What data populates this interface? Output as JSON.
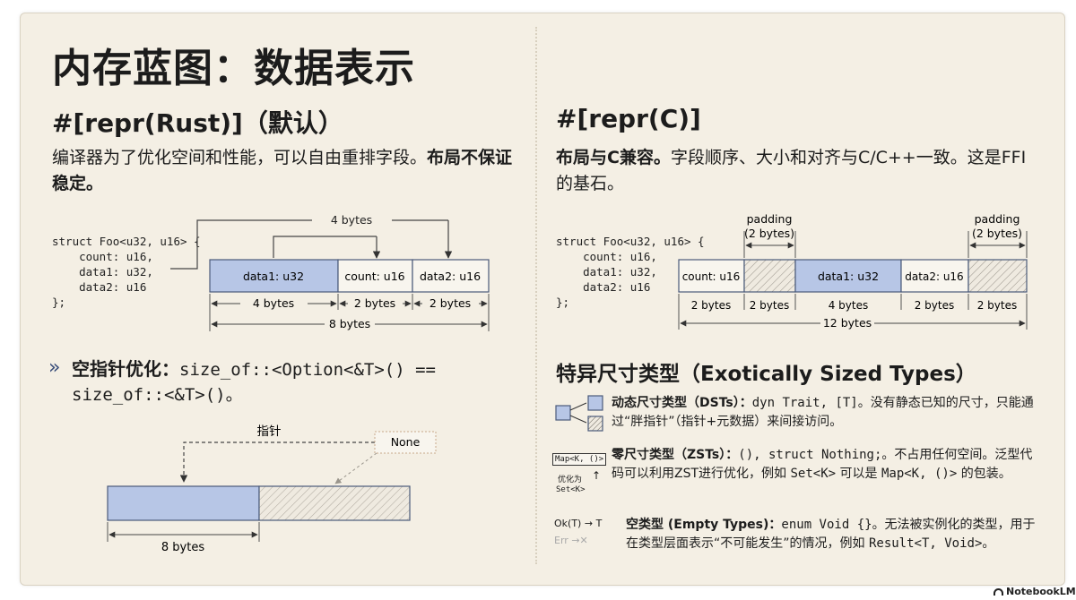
{
  "title": "内存蓝图：数据表示",
  "rust": {
    "heading": "#[repr(Rust)]（默认）",
    "desc_plain": "编译器为了优化空间和性能，可以自由重排字段。",
    "desc_bold": "布局不保证稳定。",
    "code": "struct Foo<u32, u16> {\n    count: u16,\n    data1: u32,\n    data2: u16\n};",
    "top_label": "4 bytes",
    "cells": [
      "data1: u32",
      "count: u16",
      "data2: u16"
    ],
    "sizes": [
      "4 bytes",
      "2 bytes",
      "2 bytes"
    ],
    "total": "8 bytes"
  },
  "reprc": {
    "heading": "#[repr(C)]",
    "desc_bold": "布局与C兼容。",
    "desc_plain": "字段顺序、大小和对齐与C/C++一致。这是FFI的基石。",
    "code": "struct Foo<u32, u16> {\n    count: u16,\n    data1: u32,\n    data2: u16\n};",
    "padding_label": "padding",
    "padding_size": "(2 bytes)",
    "cells": [
      "count: u16",
      "data1: u32",
      "data2: u16"
    ],
    "sizes": [
      "2 bytes",
      "2 bytes",
      "4 bytes",
      "2 bytes",
      "2 bytes"
    ],
    "total": "12 bytes"
  },
  "npo": {
    "marker": "»",
    "label_bold": "空指针优化：",
    "code_line1": "size_of::<Option<&T>() ==",
    "code_line2": "size_of::<&T>()。",
    "pointer_label": "指针",
    "none_label": "None",
    "total": "8 bytes"
  },
  "exotic": {
    "heading": "特异尺寸类型（Exotically Sized Types）",
    "dst": {
      "title": "动态尺寸类型（DSTs）：",
      "code": "dyn Trait, [T]",
      "text1": "。没有静态已知的尺寸，只能通过“胖指针”（指针+元数据）来间接访问。"
    },
    "zst": {
      "title": "零尺寸类型（ZSTs）：",
      "code1": "(), struct Nothing;",
      "text1": "。不占用任何空间。泛型代码可以利用ZST进行优化，例如 ",
      "code2": "Set<K>",
      "text2": " 可以是 ",
      "code3": "Map<K, ()>",
      "text3": " 的包装。",
      "icon_map": "Map<K, ()>",
      "icon_opt": "优化为",
      "icon_set": "Set<K>"
    },
    "empty": {
      "title": "空类型 (Empty Types)：",
      "code1": "enum Void {}",
      "text1": "。无法被实例化的类型，用于在类型层面表示“不可能发生”的情况，例如 ",
      "code2": "Result<T, Void>",
      "text2": "。",
      "icon_ok": "Ok(T)",
      "icon_arrow": "→",
      "icon_t": "T",
      "icon_err": "Err"
    }
  },
  "footer": "NotebookLM",
  "colors": {
    "blue": "#b7c6e6",
    "blue_stroke": "#4a5a7a",
    "bg": "#f4efe4"
  }
}
